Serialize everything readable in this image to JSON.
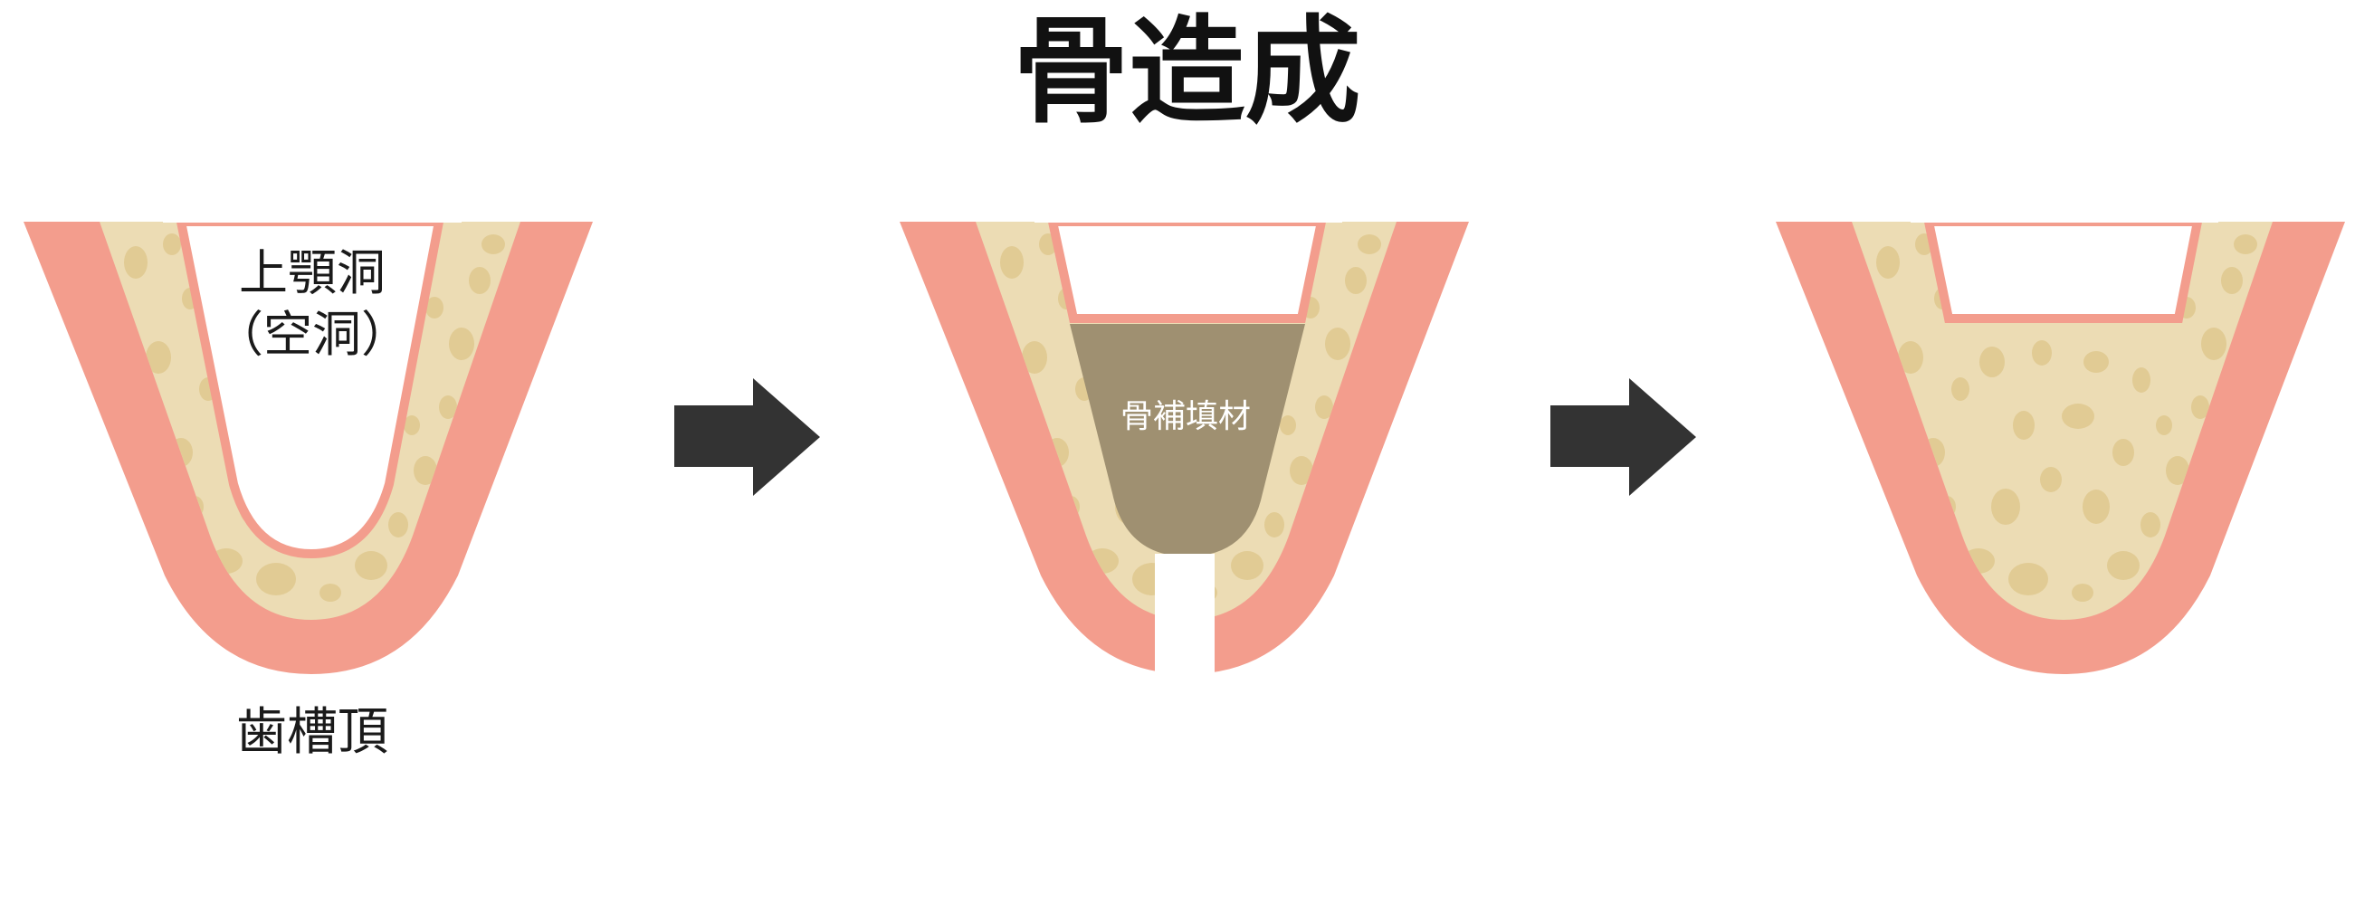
{
  "title": "骨造成",
  "labels": {
    "sinus_line1": "上顎洞",
    "sinus_line2": "（空洞）",
    "alveolar_crest": "歯槽頂",
    "graft_material": "骨補填材"
  },
  "colors": {
    "gum": "#f39d8d",
    "bone": "#ecdcb4",
    "bone_spots": "#e1cb94",
    "graft": "#9f9071",
    "arrow": "#333333",
    "background": "#ffffff"
  },
  "icons": {
    "arrow_1": "arrow-right-icon",
    "arrow_2": "arrow-right-icon"
  }
}
